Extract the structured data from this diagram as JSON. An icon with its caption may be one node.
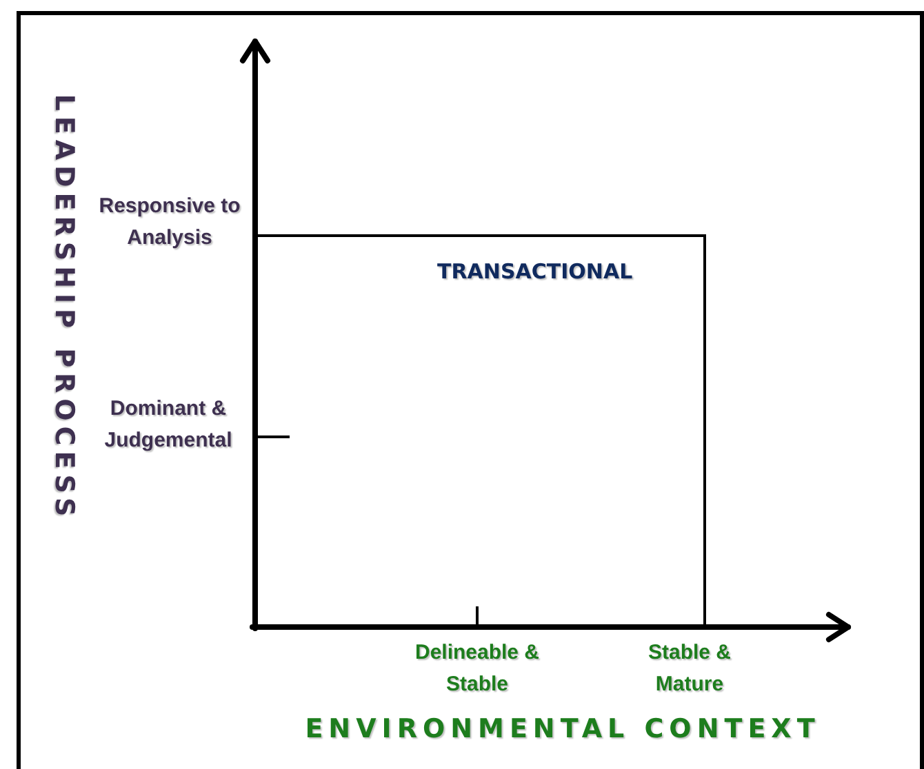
{
  "diagram": {
    "nodes": [
      {
        "text": [
          "TRANSACTIONAL"
        ]
      }
    ],
    "labels": [
      "LEADERSHIP PROCESS",
      "Responsive to Analysis",
      "Dominant & Judgemental",
      "Delineable & Stable",
      "Stable & Mature",
      "ENVIRONMENTAL CONTEXT"
    ]
  }
}
